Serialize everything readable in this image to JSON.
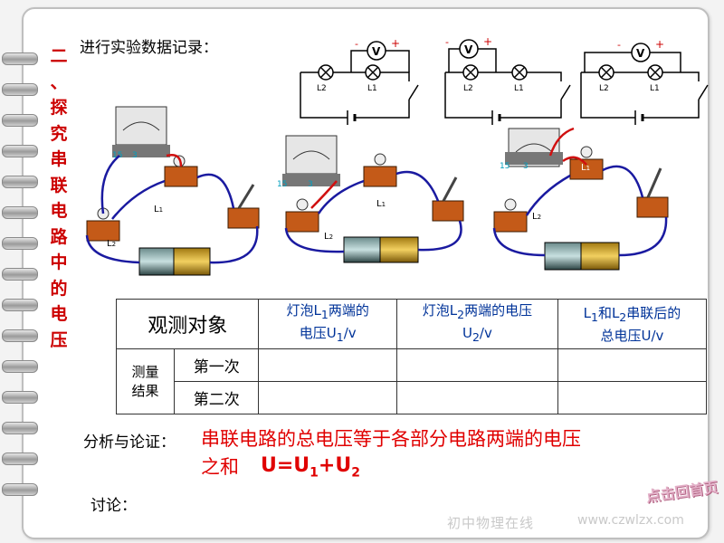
{
  "side_title": [
    "二",
    "、",
    "探",
    "究",
    "串",
    "联",
    "电",
    "路",
    "中",
    "的",
    "电",
    "压"
  ],
  "header": "进行实验数据记录：",
  "labels": {
    "L1": "L",
    "L2": "L",
    "sub1": "1",
    "sub2": "2",
    "V": "V",
    "plus": "+",
    "minus": "-"
  },
  "table": {
    "obj_head": "观测对象",
    "col1_line1": "灯泡L",
    "col1_line1_sub": "1",
    "col1_line1_tail": "两端的",
    "col1_line2": "电压U",
    "col1_line2_sub": "1",
    "col1_line2_tail": "/v",
    "col2_line1": "灯泡L",
    "col2_line1_sub": "2",
    "col2_line1_tail": "两端的电压",
    "col2_line2": "U",
    "col2_line2_sub": "2",
    "col2_line2_tail": "/v",
    "col3_line1a": "L",
    "col3_line1a_sub": "1",
    "col3_line1b": "和L",
    "col3_line1b_sub": "2",
    "col3_line1c": "串联后的",
    "col3_line2": "总电压U/v",
    "res_head_1": "测量",
    "res_head_2": "结果",
    "row1": "第一次",
    "row2": "第二次"
  },
  "conclusion_label": "分析与论证：",
  "conclusion_line1": "串联电路的总电压等于各部分电路两端的电压",
  "conclusion_line2": "之和",
  "formula": {
    "U": "U=U",
    "s1": "1",
    "plus": "+U",
    "s2": "2"
  },
  "discuss": "讨论：",
  "home_button": "点击回首页",
  "watermark": "初中物理在线",
  "watermark_url": "www.czwlzx.com",
  "meter_marks": [
    "15",
    "3"
  ]
}
